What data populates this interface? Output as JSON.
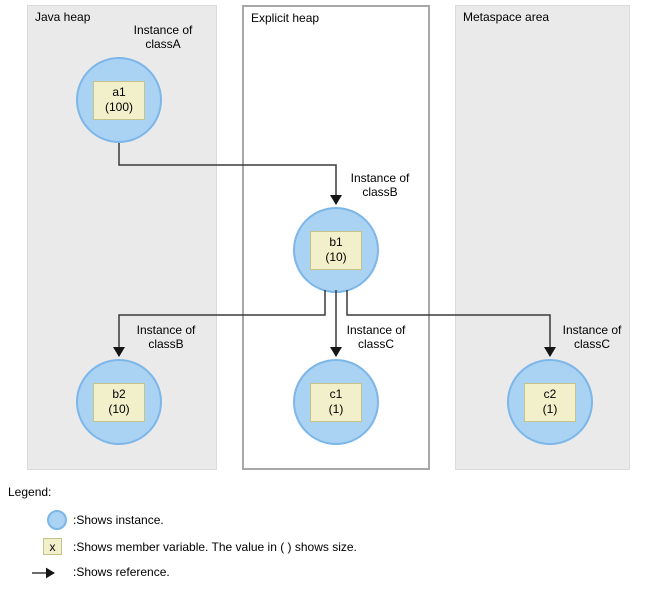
{
  "diagram": {
    "panels": [
      {
        "title": "Java heap"
      },
      {
        "title": "Explicit heap"
      },
      {
        "title": "Metaspace area"
      }
    ],
    "nodes": [
      {
        "label": "a1",
        "size": "(100)"
      },
      {
        "label": "b1",
        "size": "(10)"
      },
      {
        "label": "b2",
        "size": "(10)"
      },
      {
        "label": "c1",
        "size": "(1)"
      },
      {
        "label": "c2",
        "size": "(1)"
      }
    ],
    "captions": [
      {
        "line1": "Instance of",
        "line2": "classA"
      },
      {
        "line1": "Instance of",
        "line2": "classB"
      },
      {
        "line1": "Instance of",
        "line2": "classB"
      },
      {
        "line1": "Instance of",
        "line2": "classC"
      },
      {
        "line1": "Instance of",
        "line2": "classC"
      }
    ],
    "references": [
      {
        "from": "a1",
        "to": "b1"
      },
      {
        "from": "b1",
        "to": "b2"
      },
      {
        "from": "b1",
        "to": "c1"
      },
      {
        "from": "b1",
        "to": "c2"
      }
    ]
  },
  "legend": {
    "title": "Legend:",
    "instance_text": ":Shows instance.",
    "member_symbol": "x",
    "member_text": ":Shows member variable. The value in ( ) shows size.",
    "reference_text": ":Shows reference."
  },
  "colors": {
    "instance_fill": "#A9D2F3",
    "instance_border": "#7DB6E9",
    "member_box_fill": "#F2F0CA",
    "member_box_border": "#C6C38A",
    "panel_gray_fill": "#EAEAEA",
    "explicit_heap_border": "#A8A8A8",
    "reference_line": "#3A3A3A"
  }
}
